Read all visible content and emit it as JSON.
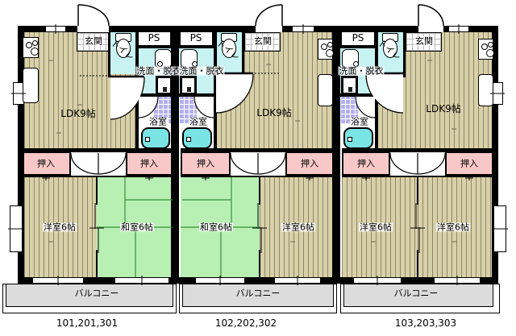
{
  "colors": {
    "wall": "#000000",
    "wood_floor": "#d8d0a8",
    "wood_stripe": "#8f8868",
    "tatami_green": "#b8f0b4",
    "closet_pink": "#f8c8c8",
    "wet_cyan": "#c9f3f3",
    "bath_tile_lavender": "#b4b0ec",
    "bathtub_cyan": "#7ae4e4",
    "balcony_gray": "#dcdcdc"
  },
  "units": [
    {
      "numbers": "101,201,301",
      "rooms": {
        "ldk": "LDK9帖",
        "genkan": "玄関",
        "ps": "PS",
        "toilet": "トイレ",
        "washroom": "洗面・脱衣",
        "bathroom": "浴室",
        "closet_left": "押入",
        "closet_right": "押入",
        "room_left": "洋室6帖",
        "room_right": "和室6帖",
        "balcony": "バルコニー"
      }
    },
    {
      "numbers": "102,202,302",
      "rooms": {
        "ldk": "LDK9帖",
        "genkan": "玄関",
        "ps": "PS",
        "toilet": "トイレ",
        "washroom": "洗面・脱衣",
        "bathroom": "浴室",
        "closet_left": "押入",
        "closet_right": "押入",
        "room_left": "和室6帖",
        "room_right": "洋室6帖",
        "balcony": "バルコニー"
      }
    },
    {
      "numbers": "103,203,303",
      "rooms": {
        "ldk": "LDK9帖",
        "genkan": "玄関",
        "ps": "PS",
        "toilet": "トイレ",
        "washroom": "洗面・脱衣",
        "bathroom": "浴室",
        "closet_left": "押入",
        "closet_right": "押入",
        "room_left": "洋室6帖",
        "room_right": "洋室6帖",
        "balcony": "バルコニー"
      }
    }
  ]
}
